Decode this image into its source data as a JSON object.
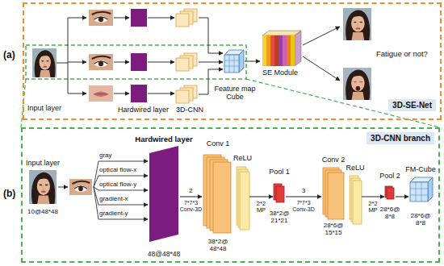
{
  "diagram": {
    "nodes": [
      {
        "text": [
          "3D-SE-Net"
        ]
      },
      {
        "text": [
          "3D-CNN branch"
        ]
      },
      {
        "text": [
          "Input layer",
          "10@48*48"
        ],
        "in": 1
      },
      {
        "text": [
          "Hardwired layer",
          "48@48*48"
        ],
        "in": 1
      },
      {
        "text": [
          "Conv 1",
          "38*2@ 48*48"
        ],
        "in": 1
      },
      {
        "text": [
          "ReLU"
        ],
        "in": 1
      },
      {
        "text": [
          "Pool 1",
          "38*2@ 21*21"
        ],
        "in": 1
      },
      {
        "text": [
          "Conv 2",
          "28*6@ 15*15"
        ],
        "in": 1
      },
      {
        "text": [
          "ReLU"
        ],
        "in": 1
      },
      {
        "text": [
          "Pool 2",
          "28*6@ 8*8"
        ],
        "in": 1
      },
      {
        "text": [
          "FM-Cube",
          "28*6@ 8*8"
        ],
        "in": 1
      }
    ],
    "edges": [
      {
        "from": 3,
        "to": 4,
        "arrow": "to",
        "label": "2"
      },
      {
        "from": 5,
        "to": 6,
        "arrow": "to"
      },
      {
        "from": 6,
        "to": 7,
        "arrow": "to",
        "label": "3"
      },
      {
        "from": 8,
        "to": 9,
        "arrow": "to"
      },
      {
        "from": 9,
        "to": 10,
        "arrow": "to"
      }
    ],
    "labels": [
      "(a)",
      "Input layer",
      "Hardwired layer",
      "3D-CNN",
      "Feature map Cube",
      "SE Module",
      "Fatigue or not?",
      "(b)",
      "gray",
      "optical flow-x",
      "optical flow-y",
      "gradient-x",
      "gradient-y",
      "7*7*3 Conv-3D",
      "2*2 MP",
      "7*7*3 Conv-3D",
      "2*2 MP"
    ]
  }
}
